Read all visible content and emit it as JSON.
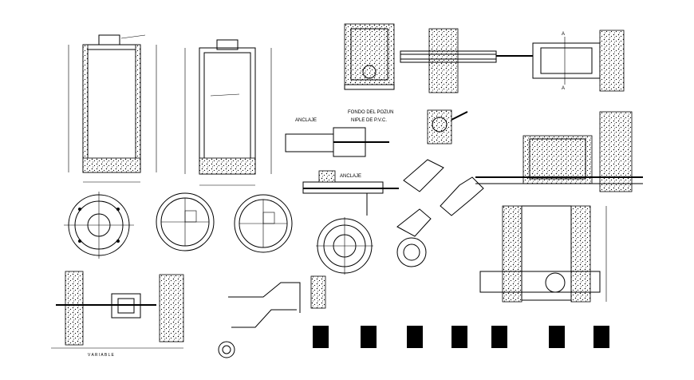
{
  "labels": {
    "anclaje_1": "ANCLAJE",
    "anclaje_2": "ANCLAJE",
    "fondo_pozo": "FONDO DEL POZUN",
    "niple_pvc": "NIPLE DE P.V.C.",
    "section_a": "A",
    "section_a2": "A",
    "variable": "V A R I A B L E"
  },
  "legend_blocks": 7
}
